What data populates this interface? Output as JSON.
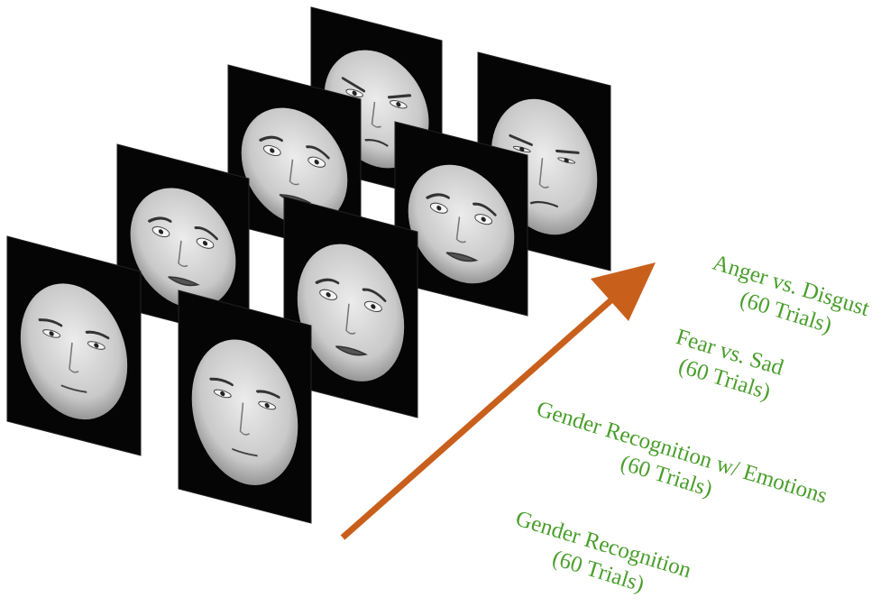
{
  "colors": {
    "label_green": "#4a9e2c",
    "arrow_orange": "#c8601c",
    "card_black": "#050505",
    "face_light": "#ececec",
    "face_dark": "#8f8f8f"
  },
  "stages": [
    {
      "label_line1": "Gender Recognition",
      "label_line2": "(60 Trials)",
      "faces": [
        {
          "icon": "male-neutral-face-icon",
          "expression": "neutral"
        },
        {
          "icon": "female-neutral-face-icon",
          "expression": "neutral"
        }
      ]
    },
    {
      "label_line1": "Gender Recognition w/ Emotions",
      "label_line2": "(60 Trials)",
      "faces": [
        {
          "icon": "female-fear-face-icon",
          "expression": "fear"
        },
        {
          "icon": "male-fear-face-icon",
          "expression": "fear"
        }
      ]
    },
    {
      "label_line1": "Fear vs. Sad",
      "label_line2": "(60 Trials)",
      "faces": [
        {
          "icon": "female-fear-face-icon",
          "expression": "fear"
        },
        {
          "icon": "male-fear-face-icon",
          "expression": "fear"
        }
      ]
    },
    {
      "label_line1": "Anger vs. Disgust",
      "label_line2": "(60 Trials)",
      "faces": [
        {
          "icon": "male-anger-face-icon",
          "expression": "anger"
        },
        {
          "icon": "female-disgust-face-icon",
          "expression": "disgust"
        }
      ]
    }
  ]
}
